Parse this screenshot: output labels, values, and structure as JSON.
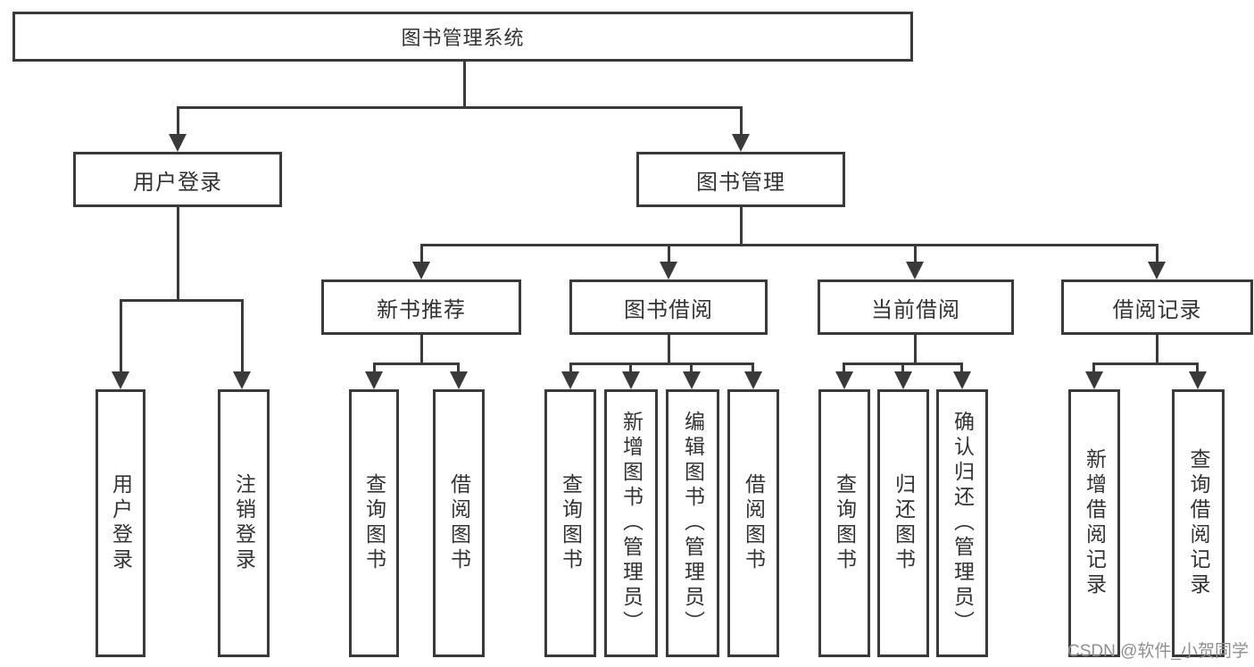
{
  "diagram": {
    "title": "图书管理系统",
    "watermark": "CSDN @软件_小贺同学",
    "colors": {
      "line": "#3a3a3a",
      "text": "#333333",
      "background": "#ffffff",
      "watermark": "#8f8f8f"
    },
    "nodes": {
      "root": "图书管理系统",
      "user_login": "用户登录",
      "book_management": "图书管理",
      "new_book_recommend": "新书推荐",
      "book_borrowing": "图书借阅",
      "current_borrowing": "当前借阅",
      "borrowing_records": "借阅记录",
      "login": "用户登录",
      "logout": "注销登录",
      "nb_query_books": "查询图书",
      "nb_borrow_books": "借阅图书",
      "bb_query_books": "查询图书",
      "bb_add_books_admin": "新增图书（管理员）",
      "bb_edit_books_admin": "编辑图书（管理员）",
      "bb_borrow_books": "借阅图书",
      "cb_query_books": "查询图书",
      "cb_return_books": "归还图书",
      "cb_confirm_return_admin": "确认归还（管理员）",
      "br_add_record": "新增借阅记录",
      "br_query_record": "查询借阅记录"
    },
    "structure": {
      "图书管理系统": {
        "用户登录": [
          "用户登录",
          "注销登录"
        ],
        "图书管理": {
          "新书推荐": [
            "查询图书",
            "借阅图书"
          ],
          "图书借阅": [
            "查询图书",
            "新增图书（管理员）",
            "编辑图书（管理员）",
            "借阅图书"
          ],
          "当前借阅": [
            "查询图书",
            "归还图书",
            "确认归还（管理员）"
          ],
          "借阅记录": [
            "新增借阅记录",
            "查询借阅记录"
          ]
        }
      }
    }
  }
}
